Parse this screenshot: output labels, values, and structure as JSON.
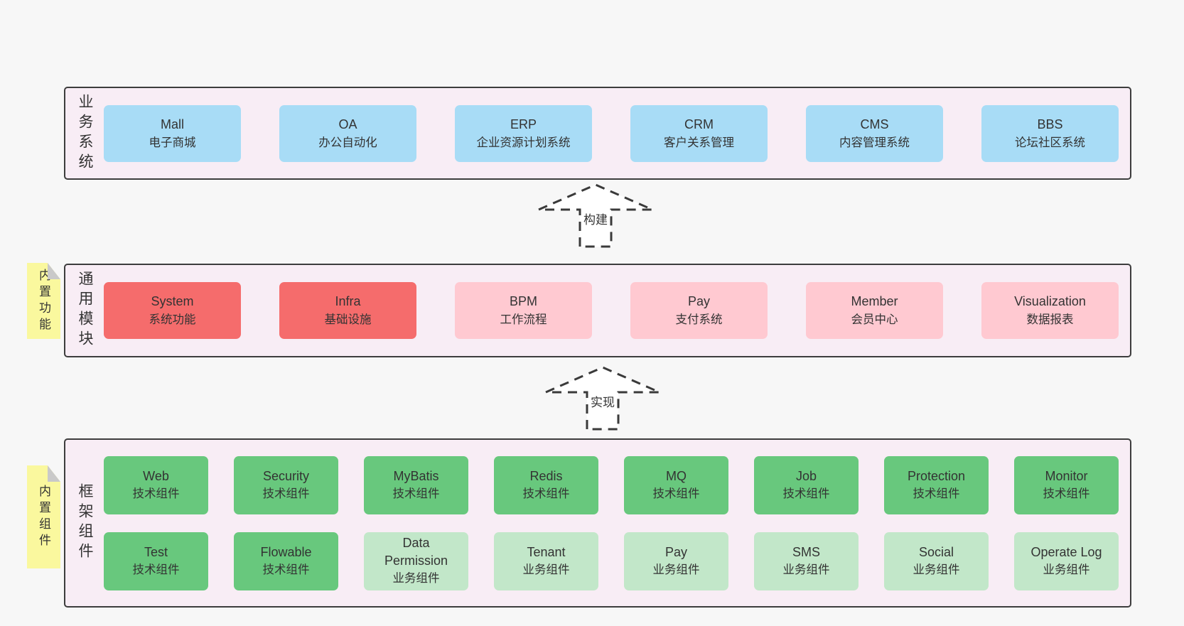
{
  "colors": {
    "page_bg": "#f7f7f7",
    "panel_bg": "#f8edf5",
    "panel_border": "#3d3d3d",
    "box_blue": "#a8dcf6",
    "box_red": "#f56c6c",
    "box_pink": "#ffc9d1",
    "box_green": "#68c87d",
    "box_green_light": "#c2e7c9",
    "note_yellow": "#faf89e",
    "note_fold_gray": "#c9c9c9",
    "text": "#333333"
  },
  "arrows": [
    {
      "label": "构建"
    },
    {
      "label": "实现"
    }
  ],
  "sections": [
    {
      "label": "业务系统",
      "note": null,
      "rows": [
        [
          {
            "en": "Mall",
            "zh": "电子商城",
            "variant": "blue"
          },
          {
            "en": "OA",
            "zh": "办公自动化",
            "variant": "blue"
          },
          {
            "en": "ERP",
            "zh": "企业资源计划系统",
            "variant": "blue"
          },
          {
            "en": "CRM",
            "zh": "客户关系管理",
            "variant": "blue"
          },
          {
            "en": "CMS",
            "zh": "内容管理系统",
            "variant": "blue"
          },
          {
            "en": "BBS",
            "zh": "论坛社区系统",
            "variant": "blue"
          }
        ]
      ]
    },
    {
      "label": "通用模块",
      "note": "内置功能",
      "rows": [
        [
          {
            "en": "System",
            "zh": "系统功能",
            "variant": "red"
          },
          {
            "en": "Infra",
            "zh": "基础设施",
            "variant": "red"
          },
          {
            "en": "BPM",
            "zh": "工作流程",
            "variant": "pink"
          },
          {
            "en": "Pay",
            "zh": "支付系统",
            "variant": "pink"
          },
          {
            "en": "Member",
            "zh": "会员中心",
            "variant": "pink"
          },
          {
            "en": "Visualization",
            "zh": "数据报表",
            "variant": "pink"
          }
        ]
      ]
    },
    {
      "label": "框架组件",
      "note": "内置组件",
      "rows": [
        [
          {
            "en": "Web",
            "zh": "技术组件",
            "variant": "green"
          },
          {
            "en": "Security",
            "zh": "技术组件",
            "variant": "green"
          },
          {
            "en": "MyBatis",
            "zh": "技术组件",
            "variant": "green"
          },
          {
            "en": "Redis",
            "zh": "技术组件",
            "variant": "green"
          },
          {
            "en": "MQ",
            "zh": "技术组件",
            "variant": "green"
          },
          {
            "en": "Job",
            "zh": "技术组件",
            "variant": "green"
          },
          {
            "en": "Protection",
            "zh": "技术组件",
            "variant": "green"
          },
          {
            "en": "Monitor",
            "zh": "技术组件",
            "variant": "green"
          }
        ],
        [
          {
            "en": "Test",
            "zh": "技术组件",
            "variant": "green"
          },
          {
            "en": "Flowable",
            "zh": "技术组件",
            "variant": "green"
          },
          {
            "en": "Data Permission",
            "zh": "业务组件",
            "variant": "lightgreen"
          },
          {
            "en": "Tenant",
            "zh": "业务组件",
            "variant": "lightgreen"
          },
          {
            "en": "Pay",
            "zh": "业务组件",
            "variant": "lightgreen"
          },
          {
            "en": "SMS",
            "zh": "业务组件",
            "variant": "lightgreen"
          },
          {
            "en": "Social",
            "zh": "业务组件",
            "variant": "lightgreen"
          },
          {
            "en": "Operate Log",
            "zh": "业务组件",
            "variant": "lightgreen"
          }
        ]
      ]
    }
  ]
}
